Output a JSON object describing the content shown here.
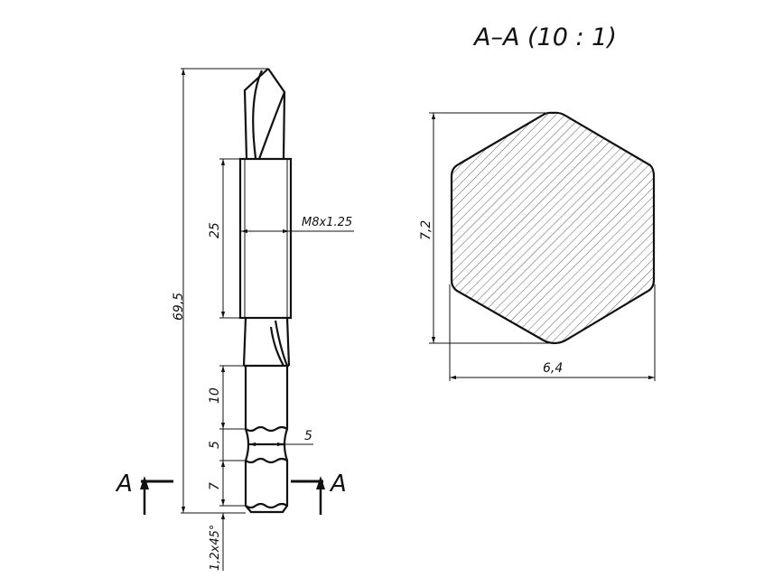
{
  "section_title": "A–A  (10 : 1)",
  "dimensions": {
    "overall_length": "69,5",
    "collar_length": "25",
    "thread": "M8x1.25",
    "hex_upper_length": "10",
    "groove_length": "5",
    "groove_width": "5",
    "hex_lower_length": "7",
    "chamfer": "1,2x45°",
    "hex_across_corners": "7,2",
    "hex_across_flats": "6,4"
  },
  "section_marks": {
    "left": "A",
    "right": "A"
  },
  "colors": {
    "line": "#111111",
    "background": "#ffffff"
  }
}
